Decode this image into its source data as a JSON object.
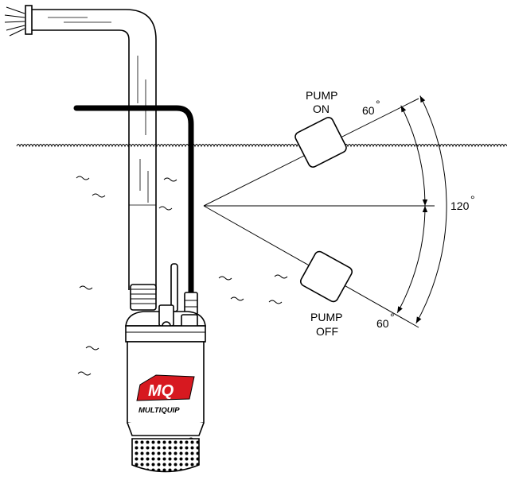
{
  "labels": {
    "pump_on_line1": "PUMP",
    "pump_on_line2": "ON",
    "pump_off_line1": "PUMP",
    "pump_off_line2": "OFF",
    "angle_upper": "60",
    "angle_lower": "60",
    "angle_total": "120",
    "degree_symbol": "°",
    "brand_logo": "MQ",
    "brand_name": "MULTIQUIP"
  },
  "colors": {
    "line": "#000000",
    "logo_red": "#d71920",
    "background": "#ffffff"
  }
}
